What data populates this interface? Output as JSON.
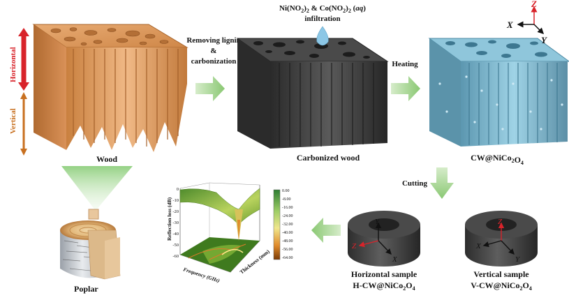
{
  "labels": {
    "wood": "Wood",
    "carbonized_wood": "Carbonized wood",
    "cw_nico2o4_base": "CW@NiCo",
    "poplar": "Poplar",
    "step_removing_1": "Removing lignin",
    "step_removing_2": "&",
    "step_removing_3": "carbonization",
    "step_heating": "Heating",
    "step_cutting": "Cutting",
    "infiltration_line2": "infiltration",
    "horizontal": "Horizontal",
    "vertical": "Vertical",
    "horizontal_sample": "Horizontal sample",
    "h_cw_prefix": "H-CW@NiCo",
    "vertical_sample": "Vertical sample",
    "v_cw_prefix": "V-CW@NiCo",
    "sub_2": "2",
    "sub_4": "4"
  },
  "infiltration": {
    "ni": "Ni(NO",
    "co": "Co(NO",
    "close3": ")",
    "amp": " & ",
    "aq_open": " (",
    "aq": "aq",
    "aq_close": ")"
  },
  "axes": {
    "x": "X",
    "y": "Y",
    "z": "Z"
  },
  "plot": {
    "zlabel": "Reflection loss (dB)",
    "xlabel": "Frequency (GHz)",
    "ylabel": "Thickness (mm)",
    "zticks": [
      "0",
      "-10",
      "-20",
      "-30",
      "-40",
      "-50",
      "-60"
    ],
    "colorbar": [
      "0.00",
      "-8.00",
      "-16.00",
      "-24.00",
      "-32.00",
      "-40.00",
      "-48.00",
      "-56.00",
      "-64.00"
    ]
  },
  "colors": {
    "wood": "#d9945a",
    "carbon": "#3a3a3a",
    "cw": "#79b4cc",
    "arrow": "#9fd28a",
    "horizontal_arrow": "#d8232a",
    "vertical_arrow": "#c87020",
    "axis_red": "#d8232a"
  }
}
